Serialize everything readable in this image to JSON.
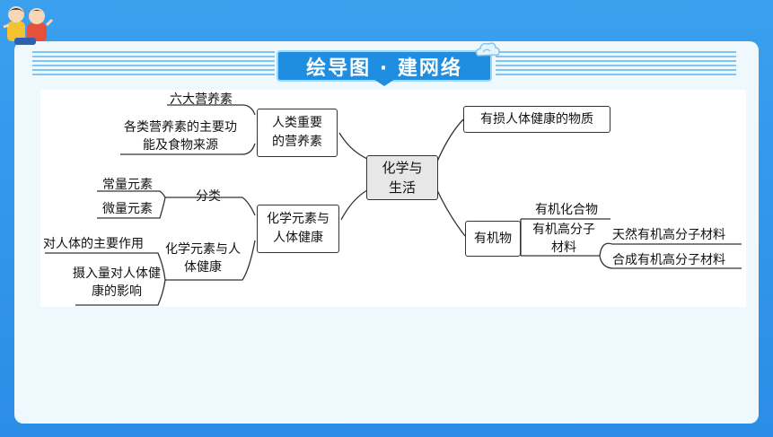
{
  "banner": {
    "title": "绘导图 · 建网络"
  },
  "mindmap": {
    "center": "化学与生活",
    "branch_nutrients": "人类重要的营养素",
    "nutrients_item1": "六大营养素",
    "nutrients_item2": "各类营养素的主要功能及食物来源",
    "branch_elements": "化学元素与人体健康",
    "elements_sub_classify": "分类",
    "classify_item1": "常量元素",
    "classify_item2": "微量元素",
    "elements_sub_health": "化学元素与人体健康",
    "health_item1": "对人体的主要作用",
    "health_item2": "摄入量对人体健康的影响",
    "branch_harmful": "有损人体健康的物质",
    "branch_organic": "有机物",
    "organic_item1": "有机化合物",
    "organic_item2": "有机高分子材料",
    "polymer_item1": "天然有机高分子材料",
    "polymer_item2": "合成有机高分子材料"
  },
  "colors": {
    "background": "#2b8de6",
    "banner": "#1f8ee0",
    "card": "#eef8fd"
  }
}
